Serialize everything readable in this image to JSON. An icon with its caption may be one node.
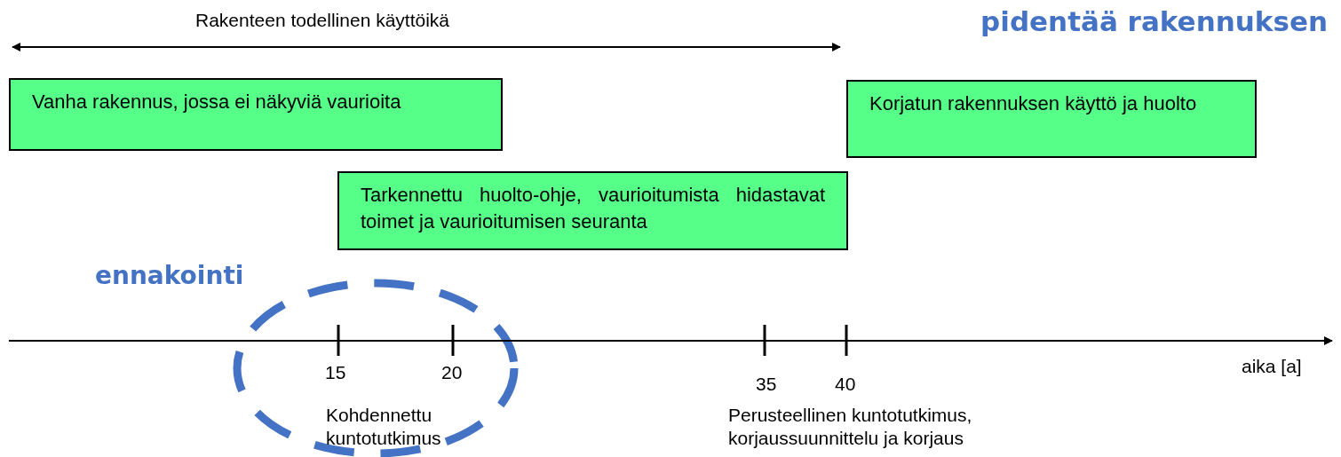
{
  "diagram": {
    "nodes": [
      {
        "text": [
          "Vanha rakennus, jossa ei näkyviä vaurioita"
        ]
      },
      {
        "text": [
          "Tarkennettu huolto-ohje, vaurioitumista hidastavat toimet ja vaurioitumisen seuranta"
        ]
      },
      {
        "text": [
          "Korjatun rakennuksen käyttö ja huolto"
        ]
      }
    ],
    "labels": [
      "pidentää rakennuksen",
      "Rakenteen todellinen käyttöikä",
      "ennakointi",
      "15",
      "20",
      "35",
      "40",
      "aika [a]",
      "Kohdennettu kuntotutkimus",
      "Perusteellinen kuntotutkimus, korjaussuunnittelu ja korjaus"
    ]
  }
}
